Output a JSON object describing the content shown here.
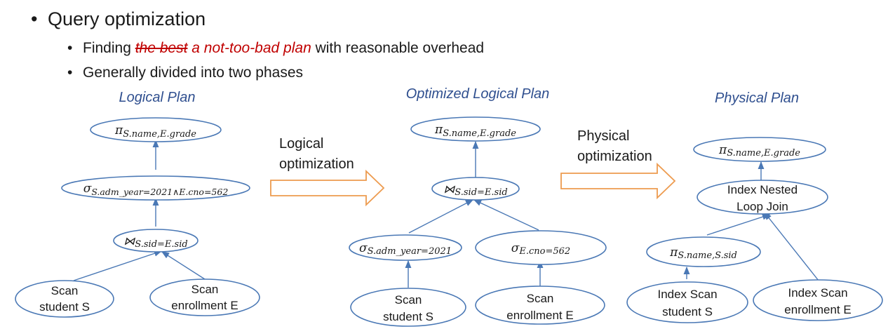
{
  "bullets": {
    "main": "Query optimization",
    "sub1": {
      "prefix": "Finding ",
      "struck": "the best",
      "highlight": " a not-too-bad plan",
      "suffix": " with reasonable overhead"
    },
    "sub2": "Generally divided into two phases"
  },
  "diagram": {
    "logical": {
      "title": "Logical Plan",
      "project": {
        "op": "π",
        "sub": "S.name,E.grade"
      },
      "select": {
        "op": "σ",
        "sub": "S.adm_year=2021∧E.cno=562"
      },
      "join": {
        "op": "⋈",
        "sub": "S.sid=E.sid"
      },
      "scan_left": [
        "Scan",
        "student S"
      ],
      "scan_right": [
        "Scan",
        "enrollment E"
      ]
    },
    "logical_opt_label": [
      "Logical",
      "optimization"
    ],
    "optimized": {
      "title": "Optimized Logical Plan",
      "project": {
        "op": "π",
        "sub": "S.name,E.grade"
      },
      "join": {
        "op": "⋈",
        "sub": "S.sid=E.sid"
      },
      "select_left": {
        "op": "σ",
        "sub": "S.adm_year=2021"
      },
      "select_right": {
        "op": "σ",
        "sub": "E.cno=562"
      },
      "scan_left": [
        "Scan",
        "student S"
      ],
      "scan_right": [
        "Scan",
        "enrollment E"
      ]
    },
    "physical_opt_label": [
      "Physical",
      "optimization"
    ],
    "physical": {
      "title": "Physical Plan",
      "project": {
        "op": "π",
        "sub": "S.name,E.grade"
      },
      "join": [
        "Index Nested",
        "Loop Join"
      ],
      "project_left": {
        "op": "π",
        "sub": "S.name,S.sid"
      },
      "scan_left": [
        "Index Scan",
        "student S"
      ],
      "scan_right": [
        "Index Scan",
        "enrollment E"
      ]
    },
    "colors": {
      "node_stroke": "#4a78b5",
      "arrow_stroke": "#ed9b4f",
      "highlight": "#c00000",
      "title": "#2f4f8f"
    }
  }
}
